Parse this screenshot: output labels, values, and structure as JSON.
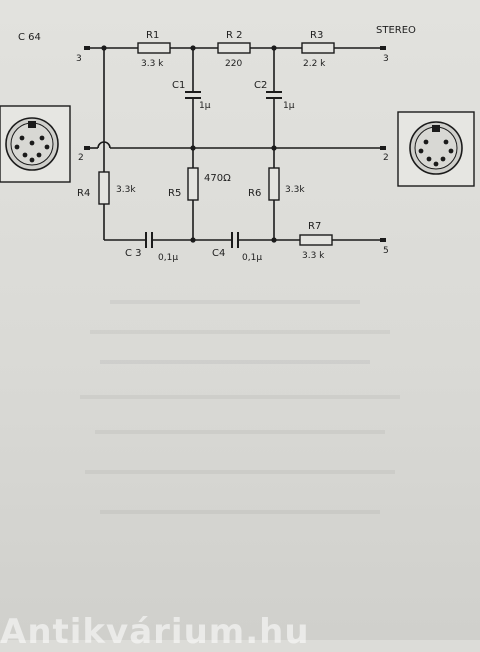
{
  "header": {
    "left_title": "C 64",
    "right_title": "STEREO"
  },
  "components": {
    "R1": {
      "name": "R1",
      "value": "3.3 k"
    },
    "R2": {
      "name": "R 2",
      "value": "220"
    },
    "R3": {
      "name": "R3",
      "value": "2.2 k"
    },
    "R4": {
      "name": "R4",
      "value": "3.3k"
    },
    "R5": {
      "name": "R5",
      "value": "470Ω"
    },
    "R6": {
      "name": "R6",
      "value": "3.3k"
    },
    "R7": {
      "name": "R7",
      "value": "3.3 k"
    },
    "C1": {
      "name": "C1",
      "value": "1μ"
    },
    "C2": {
      "name": "C2",
      "value": "1μ"
    },
    "C3": {
      "name": "C 3",
      "value": "0,1μ"
    },
    "C4": {
      "name": "C4",
      "value": "0,1μ"
    }
  },
  "pins": {
    "left_top": "3",
    "right_top": "3",
    "left_mid": "2",
    "right_mid": "2",
    "right_bottom": "5"
  },
  "connector_left": {
    "icon": "din-connector-icon"
  },
  "connector_right": {
    "icon": "din-connector-icon"
  },
  "watermark": "Antikvárium.hu"
}
